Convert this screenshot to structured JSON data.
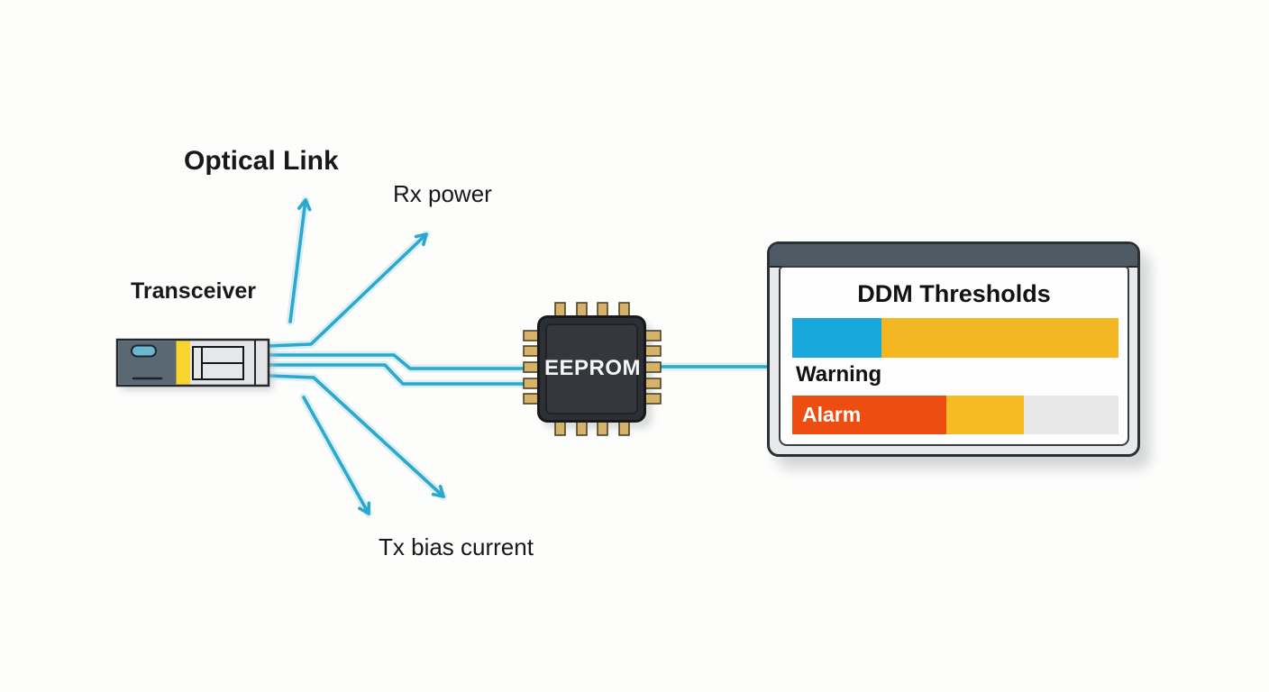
{
  "labels": {
    "optical_link": "Optical Link",
    "rx_power": "Rx power",
    "transceiver": "Transceiver",
    "tx_bias_current": "Tx bias current",
    "eeprom": "EEPROM"
  },
  "panel": {
    "title": "DDM Thresholds",
    "warning_label": "Warning",
    "alarm_label": "Alarm",
    "bars": [
      {
        "name": "ddm-warning-bar",
        "segments": [
          {
            "color": "#18a8dc",
            "pct": 27.3
          },
          {
            "color": "#f2b722",
            "pct": 72.7
          }
        ]
      },
      {
        "name": "ddm-alarm-bar",
        "segments": [
          {
            "color": "#ee4d12",
            "pct": 47.3
          },
          {
            "color": "#f6ba22",
            "pct": 23.7
          },
          {
            "color": "#e8e8e8",
            "pct": 29.0
          }
        ]
      }
    ]
  },
  "colors": {
    "accent_cyan": "#2aa9cd",
    "wire_halo": "#bfe3ef",
    "header_slate": "#4e5b64",
    "chip_dark": "#2c3034",
    "chip_inner": "#34383c",
    "pin_gold": "#d7b369",
    "module_slate": "#5a6874",
    "module_yellow": "#f7d52c",
    "module_gray": "#e2e4e6",
    "panel_frame": "#e7e9ea",
    "ink": "#17181a"
  }
}
